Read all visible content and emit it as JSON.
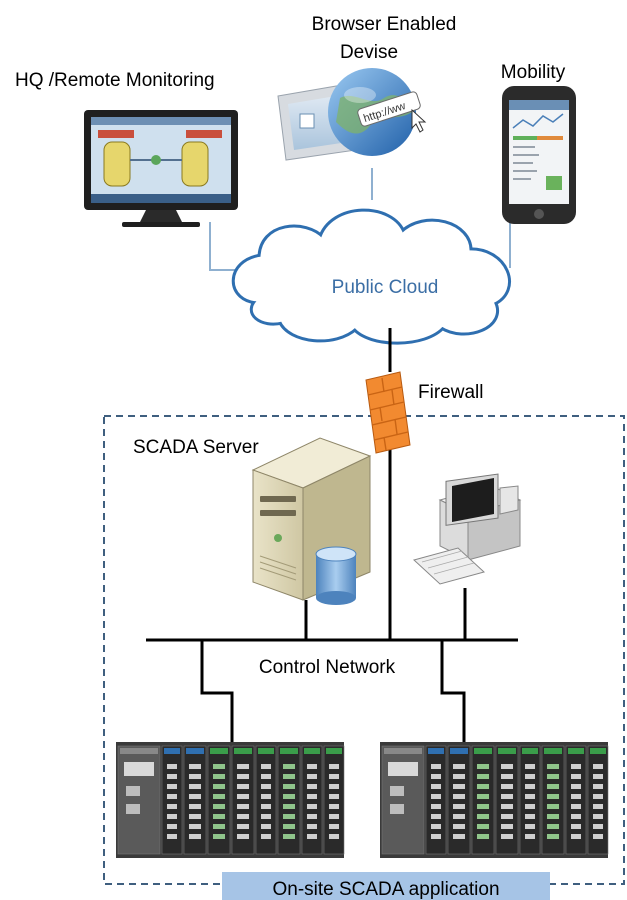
{
  "nodes": {
    "hq": {
      "label": "HQ /Remote Monitoring",
      "icon": "desktop-monitor-icon"
    },
    "browser": {
      "label_line1": "Browser Enabled",
      "label_line2": "Devise",
      "icon": "browser-globe-icon"
    },
    "mobility": {
      "label": "Mobility",
      "icon": "smartphone-icon"
    },
    "cloud": {
      "label": "Public Cloud",
      "icon": "cloud-icon"
    },
    "firewall": {
      "label": "Firewall",
      "icon": "firewall-icon"
    },
    "scada_server": {
      "label": "SCADA Server",
      "icon": "server-tower-icon"
    },
    "workstation": {
      "icon": "workstation-pc-icon"
    },
    "network": {
      "label": "Control Network"
    },
    "plc_left": {
      "icon": "plc-rack-icon"
    },
    "plc_right": {
      "icon": "plc-rack-icon"
    }
  },
  "site": {
    "label": "On-site SCADA application"
  },
  "colors": {
    "cloud_stroke": "#2f6fb0",
    "cloud_text": "#3b6ea5",
    "connector": "#8fb0d0",
    "site_border": "#3f5f7f",
    "site_label_bg": "#a6c4e6",
    "firewall": "#f28a30"
  }
}
